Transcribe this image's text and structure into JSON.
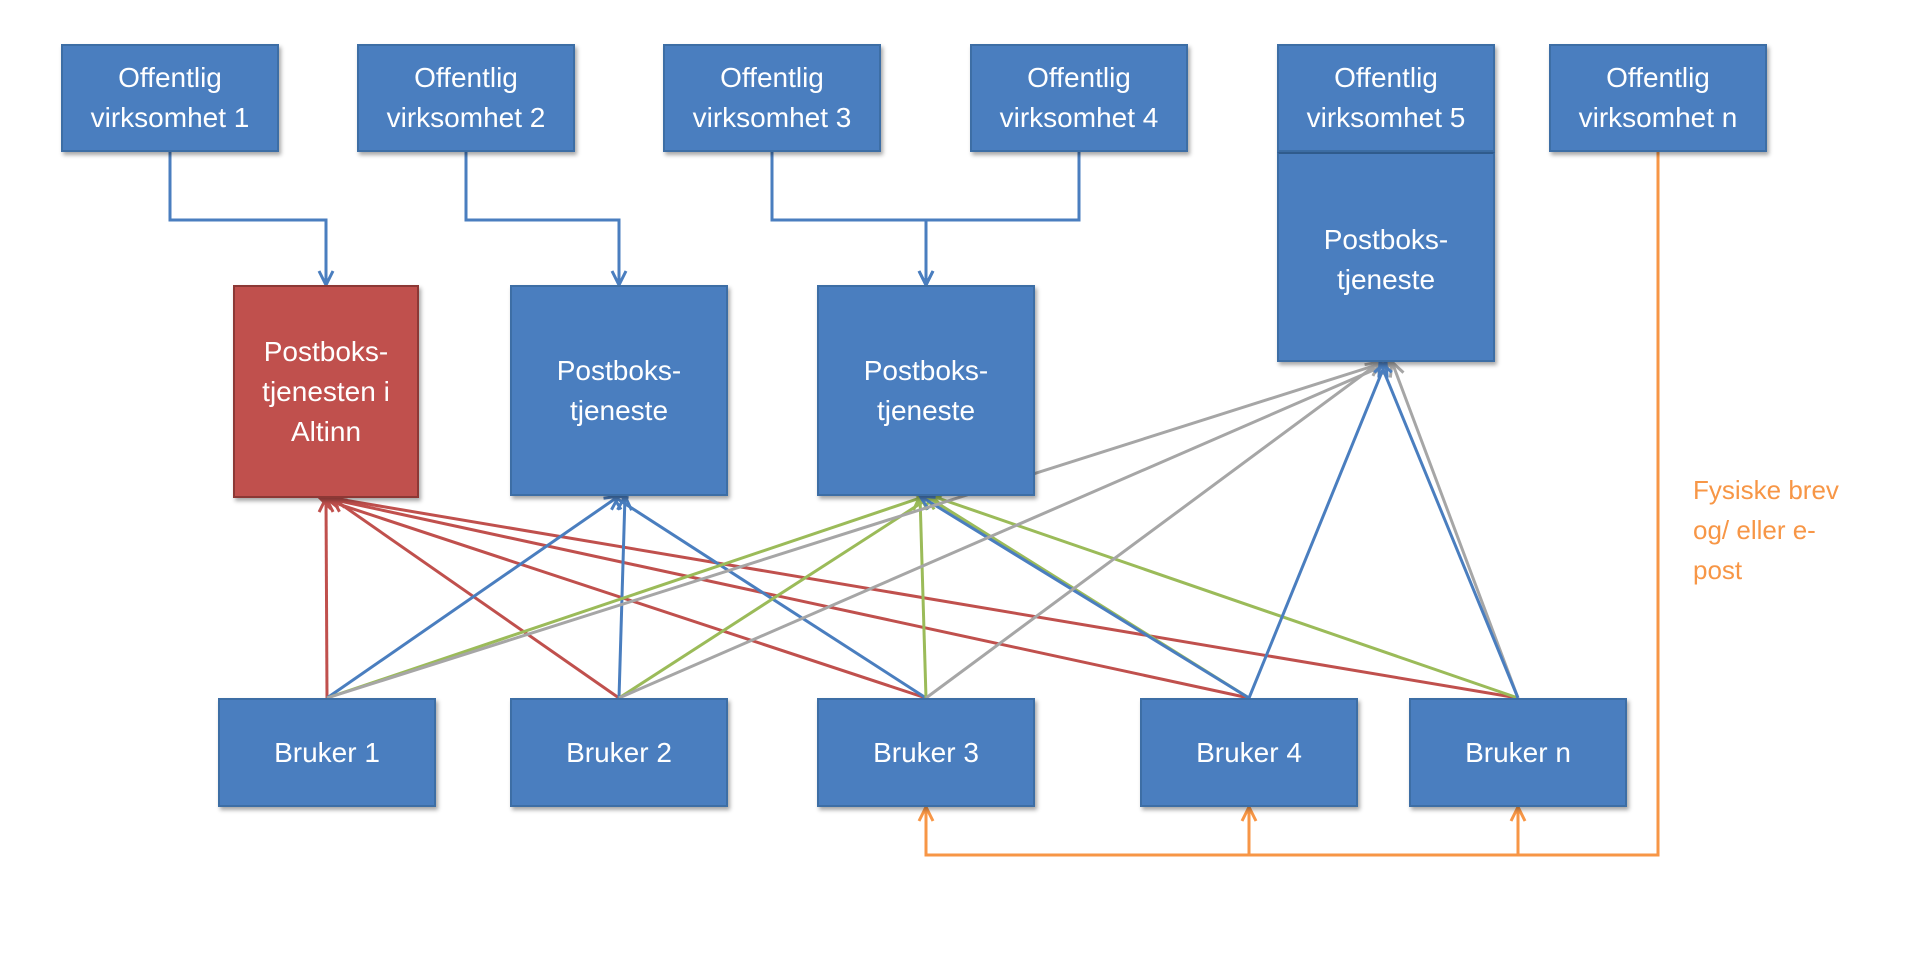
{
  "colors": {
    "box_blue": "#4a7ebf",
    "box_red": "#c0504d",
    "edge_blue": "#4a7ebf",
    "edge_red": "#c0504d",
    "edge_green": "#9bbb59",
    "edge_gray": "#a6a6a6",
    "edge_orange": "#f79646"
  },
  "agencies": [
    {
      "id": "a1",
      "label": "Offentlig\nvirksomhet 1"
    },
    {
      "id": "a2",
      "label": "Offentlig\nvirksomhet 2"
    },
    {
      "id": "a3",
      "label": "Offentlig\nvirksomhet 3"
    },
    {
      "id": "a4",
      "label": "Offentlig\nvirksomhet 4"
    },
    {
      "id": "a5",
      "label": "Offentlig\nvirksomhet 5"
    },
    {
      "id": "an",
      "label": "Offentlig\nvirksomhet n"
    }
  ],
  "mailboxes": [
    {
      "id": "m1",
      "label": "Postboks-\ntjenesten i\nAltinn"
    },
    {
      "id": "m2",
      "label": "Postboks-\ntjeneste"
    },
    {
      "id": "m3",
      "label": "Postboks-\ntjeneste"
    },
    {
      "id": "m5",
      "label": "Postboks-\ntjeneste"
    }
  ],
  "users": [
    {
      "id": "u1",
      "label": "Bruker 1"
    },
    {
      "id": "u2",
      "label": "Bruker 2"
    },
    {
      "id": "u3",
      "label": "Bruker 3"
    },
    {
      "id": "u4",
      "label": "Bruker 4"
    },
    {
      "id": "un",
      "label": "Bruker n"
    }
  ],
  "physical_label": "Fysiske brev\nog/ eller e-\npost",
  "edges": [
    {
      "from": "a1",
      "to": "m1",
      "color": "edge_blue"
    },
    {
      "from": "a2",
      "to": "m2",
      "color": "edge_blue"
    },
    {
      "from": "a3",
      "to": "m3",
      "color": "edge_blue"
    },
    {
      "from": "a4",
      "to": "m3",
      "color": "edge_blue"
    },
    {
      "from": "u1",
      "to": "m1",
      "color": "edge_red"
    },
    {
      "from": "u2",
      "to": "m1",
      "color": "edge_red"
    },
    {
      "from": "u3",
      "to": "m1",
      "color": "edge_red"
    },
    {
      "from": "u4",
      "to": "m1",
      "color": "edge_red"
    },
    {
      "from": "un",
      "to": "m1",
      "color": "edge_red"
    },
    {
      "from": "u1",
      "to": "m2",
      "color": "edge_blue"
    },
    {
      "from": "u2",
      "to": "m2",
      "color": "edge_blue"
    },
    {
      "from": "u3",
      "to": "m2",
      "color": "edge_blue"
    },
    {
      "from": "u1",
      "to": "m3",
      "color": "edge_green"
    },
    {
      "from": "u2",
      "to": "m3",
      "color": "edge_green"
    },
    {
      "from": "u3",
      "to": "m3",
      "color": "edge_green"
    },
    {
      "from": "u4",
      "to": "m3",
      "color": "edge_green"
    },
    {
      "from": "un",
      "to": "m3",
      "color": "edge_green"
    },
    {
      "from": "u4",
      "to": "m3",
      "color": "edge_blue"
    },
    {
      "from": "u1",
      "to": "m5",
      "color": "edge_gray"
    },
    {
      "from": "u2",
      "to": "m5",
      "color": "edge_gray"
    },
    {
      "from": "u3",
      "to": "m5",
      "color": "edge_gray"
    },
    {
      "from": "u4",
      "to": "m5",
      "color": "edge_blue"
    },
    {
      "from": "un",
      "to": "m5",
      "color": "edge_gray"
    },
    {
      "from": "un",
      "to": "m5",
      "color": "edge_blue"
    },
    {
      "from": "an",
      "to": "u3",
      "color": "edge_orange"
    },
    {
      "from": "an",
      "to": "u4",
      "color": "edge_orange"
    },
    {
      "from": "an",
      "to": "un",
      "color": "edge_orange"
    }
  ]
}
